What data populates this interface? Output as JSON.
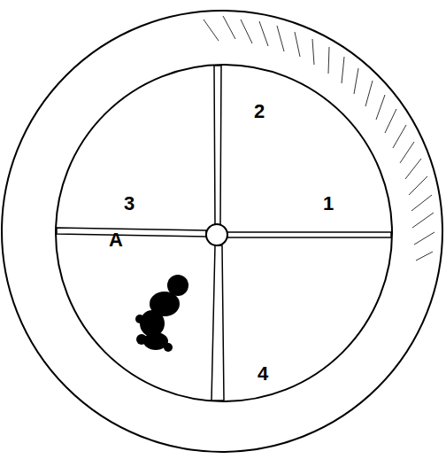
{
  "diagram": {
    "labels": [
      "1",
      "2",
      "3",
      "4",
      "A"
    ]
  }
}
